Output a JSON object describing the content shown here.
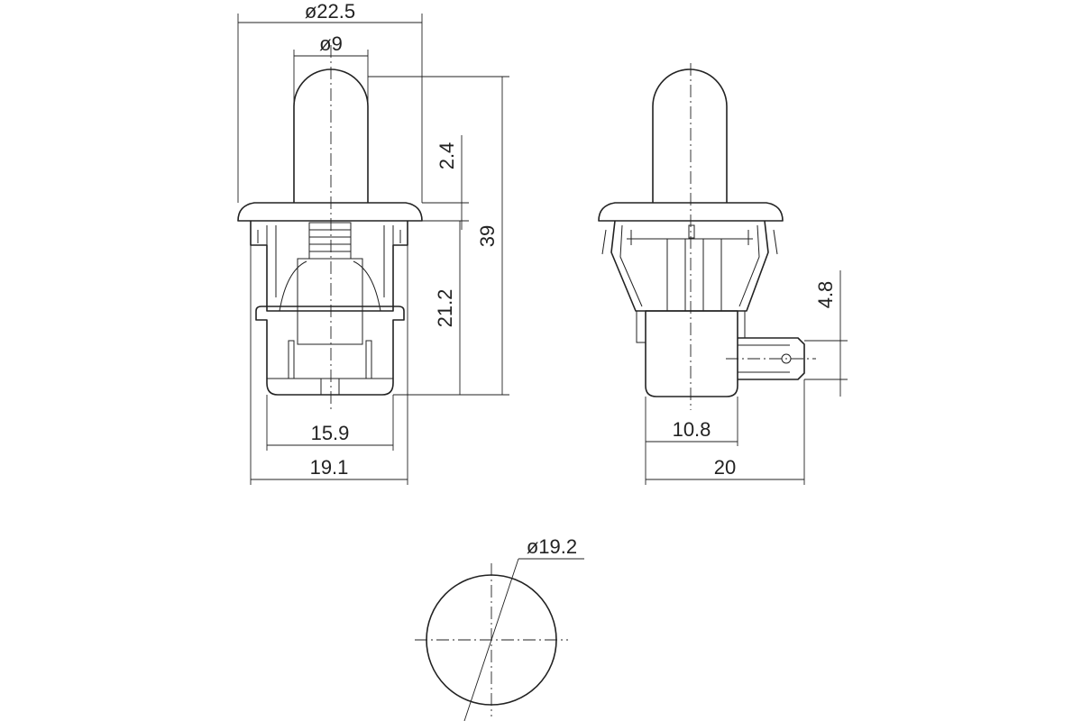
{
  "front_view": {
    "flange_dia": "ø22.5",
    "plunger_dia": "ø9",
    "flange_thickness": "2.4",
    "total_height": "39",
    "body_height": "21.2",
    "bottom_width": "15.9",
    "body_width": "19.1"
  },
  "side_view": {
    "terminal_height": "4.8",
    "bottom_width": "10.8",
    "overall_width": "20"
  },
  "cutout_view": {
    "hole_dia": "ø19.2"
  }
}
